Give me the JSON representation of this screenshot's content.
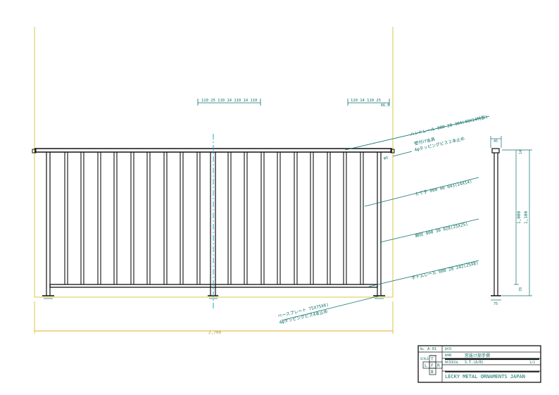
{
  "colors": {
    "frame": "#d9c94a",
    "dimension": "#0d6f6a",
    "line": "#111111",
    "centerline": "#1aa7c9",
    "overall_dimension": "#e0b020"
  },
  "top_dimensions": {
    "left_group": "110 25 110 14 110 14 110",
    "right_group": "110 14 110 25",
    "right_end": "66.5"
  },
  "callouts": {
    "handrail": "ハンドレール 000 20 304(40X14特型)",
    "wall_fitting_1": "壁付け金具",
    "wall_fitting_2": "4φタッピングビス２本止め",
    "stopper": "φ5",
    "baluster": "たて子 000 40 043(14X14)",
    "post": "親柱 000 30 028(25X25)",
    "bottom_rail": "ボトムレール 000 20 242(25X8)",
    "base_plate_1": "ベースプレート 75X75X6)",
    "base_plate_2": "4φタッピングビス4本止め"
  },
  "overall_width": "2,700",
  "side_view": {
    "top_width": "45",
    "height_upper": "1,000",
    "height_total": "1,100",
    "top_offset": "14",
    "bottom_offset": "78",
    "base_width": "75"
  },
  "title_block": {
    "sheet_no_label": "No.",
    "sheet_no": "A-01",
    "date_label": "DATE",
    "scale_label": "SCALE",
    "projection_top": "T",
    "projection_left": "L",
    "projection_front": "F",
    "projection_right": "R",
    "projection_bottom": "B",
    "name_label": "NAME",
    "name": "窓抜け部手摺",
    "material_label": "MATERIAL",
    "material": "S.T.(A/B)",
    "page_label": "1/1",
    "company": "LECKY METAL ORNAMENTS JAPAN"
  }
}
